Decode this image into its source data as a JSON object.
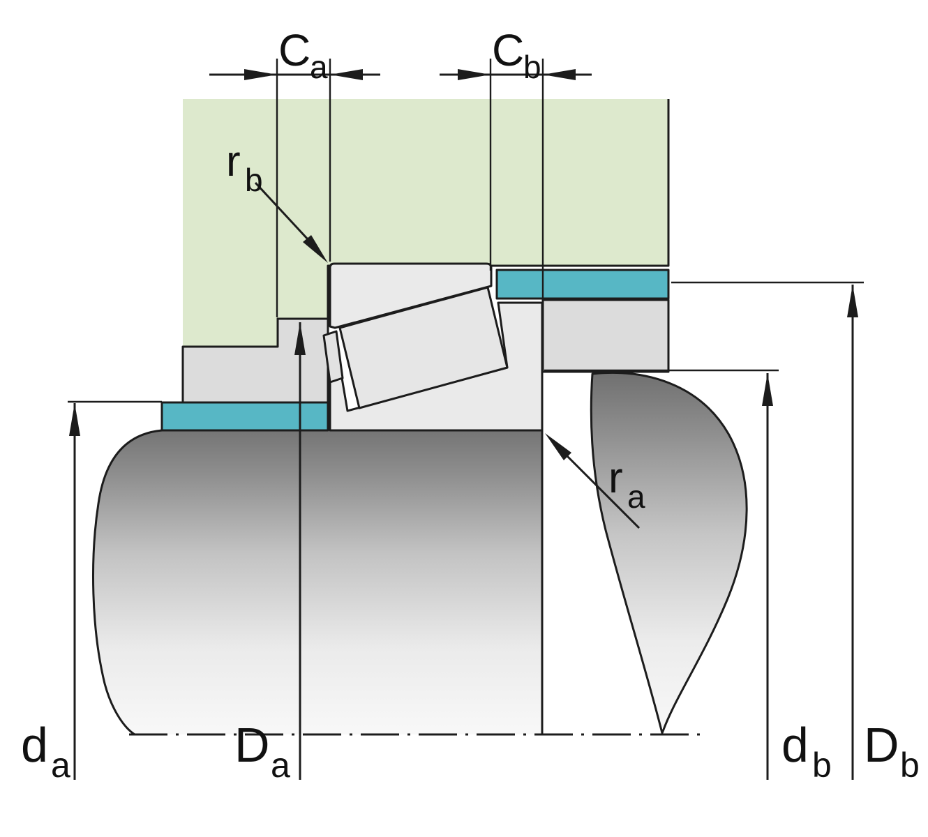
{
  "colors": {
    "housing_green": "#dde9cd",
    "sleeve_teal": "#57b7c5",
    "step_gray": "#dcdcdc",
    "bearing_gray": "#eaeaea",
    "roller_gray": "#e6e6e6",
    "outline": "#1c1c1c"
  },
  "dimension_labels": {
    "ca": {
      "main": "C",
      "sub": "a"
    },
    "cb": {
      "main": "C",
      "sub": "b"
    },
    "rb": {
      "main": "r",
      "sub": "b"
    },
    "ra": {
      "main": "r",
      "sub": "a"
    },
    "da": {
      "main": "d",
      "sub": "a"
    },
    "Da_big": {
      "main": "D",
      "sub": "a"
    },
    "db": {
      "main": "d",
      "sub": "b"
    },
    "Db_big": {
      "main": "D",
      "sub": "b"
    }
  }
}
